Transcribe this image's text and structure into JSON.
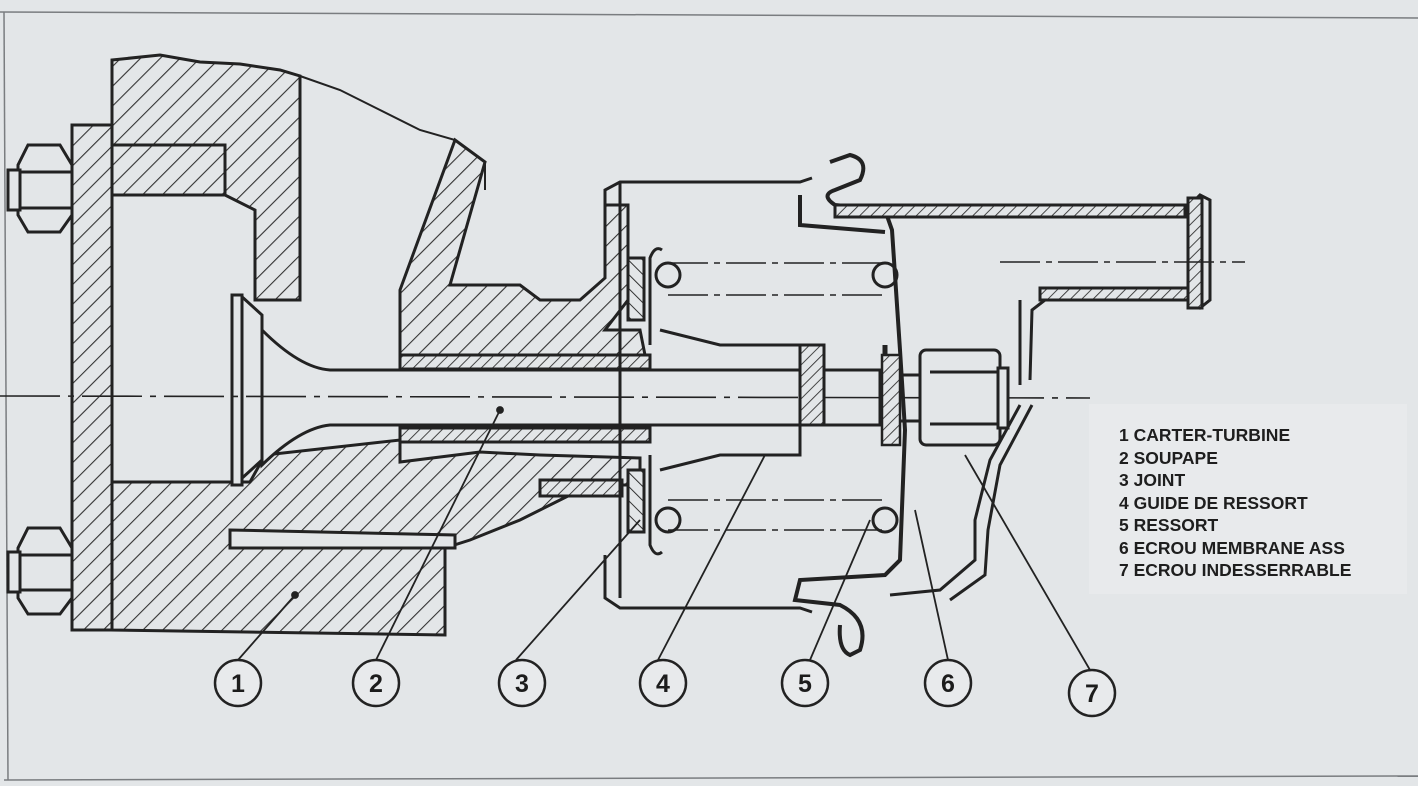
{
  "callouts": [
    "1",
    "2",
    "3",
    "4",
    "5",
    "6",
    "7"
  ],
  "legend": {
    "items": [
      "1 CARTER-TURBINE",
      "2 SOUPAPE",
      "3 JOINT",
      "4 GUIDE DE RESSORT",
      "5 RESSORT",
      "6 ECROU MEMBRANE ASS",
      "7 ECROU INDESSERRABLE"
    ]
  },
  "colors": {
    "paper": "#e3e6e8",
    "ink": "#2a2a2a",
    "legend_bg": "#e8eaec"
  }
}
